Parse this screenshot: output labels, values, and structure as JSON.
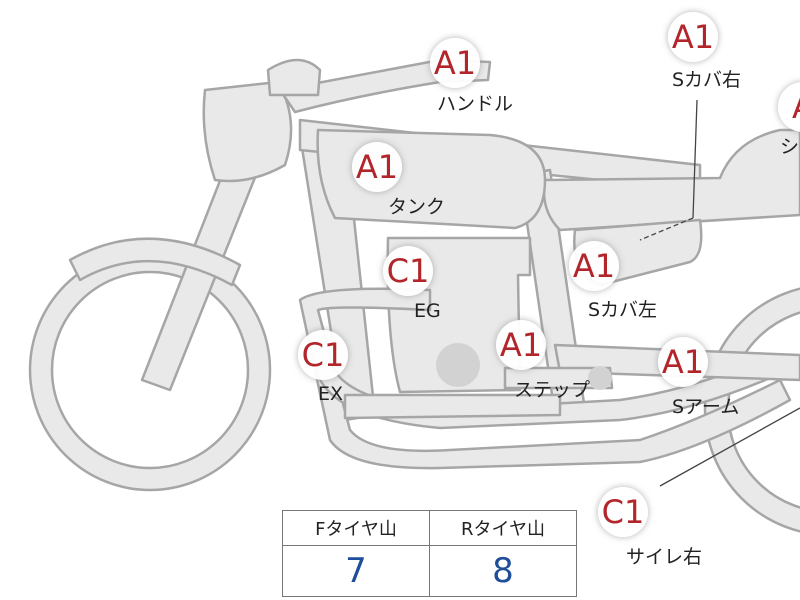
{
  "colors": {
    "body_fill": "#e9e9e9",
    "body_stroke": "#a6a6a6",
    "grade_text": "#b2262b",
    "tread_value": "#1e4e9a"
  },
  "callouts": [
    {
      "id": "handle",
      "grade": "A1",
      "label": "ハンドル"
    },
    {
      "id": "s-cover-right",
      "grade": "A1",
      "label": "Sカバ右"
    },
    {
      "id": "seat",
      "grade": "A",
      "label": "シ"
    },
    {
      "id": "tank",
      "grade": "A1",
      "label": "タンク"
    },
    {
      "id": "engine",
      "grade": "C1",
      "label": "EG"
    },
    {
      "id": "s-cover-left",
      "grade": "A1",
      "label": "Sカバ左"
    },
    {
      "id": "exhaust",
      "grade": "C1",
      "label": "EX"
    },
    {
      "id": "step",
      "grade": "A1",
      "label": "ステップ"
    },
    {
      "id": "swing-arm",
      "grade": "A1",
      "label": "Sアーム"
    },
    {
      "id": "silencer-right",
      "grade": "C1",
      "label": "サイレ右"
    }
  ],
  "tread_table": {
    "headers": [
      "Fタイヤ山",
      "Rタイヤ山"
    ],
    "values": [
      "7",
      "8"
    ]
  }
}
